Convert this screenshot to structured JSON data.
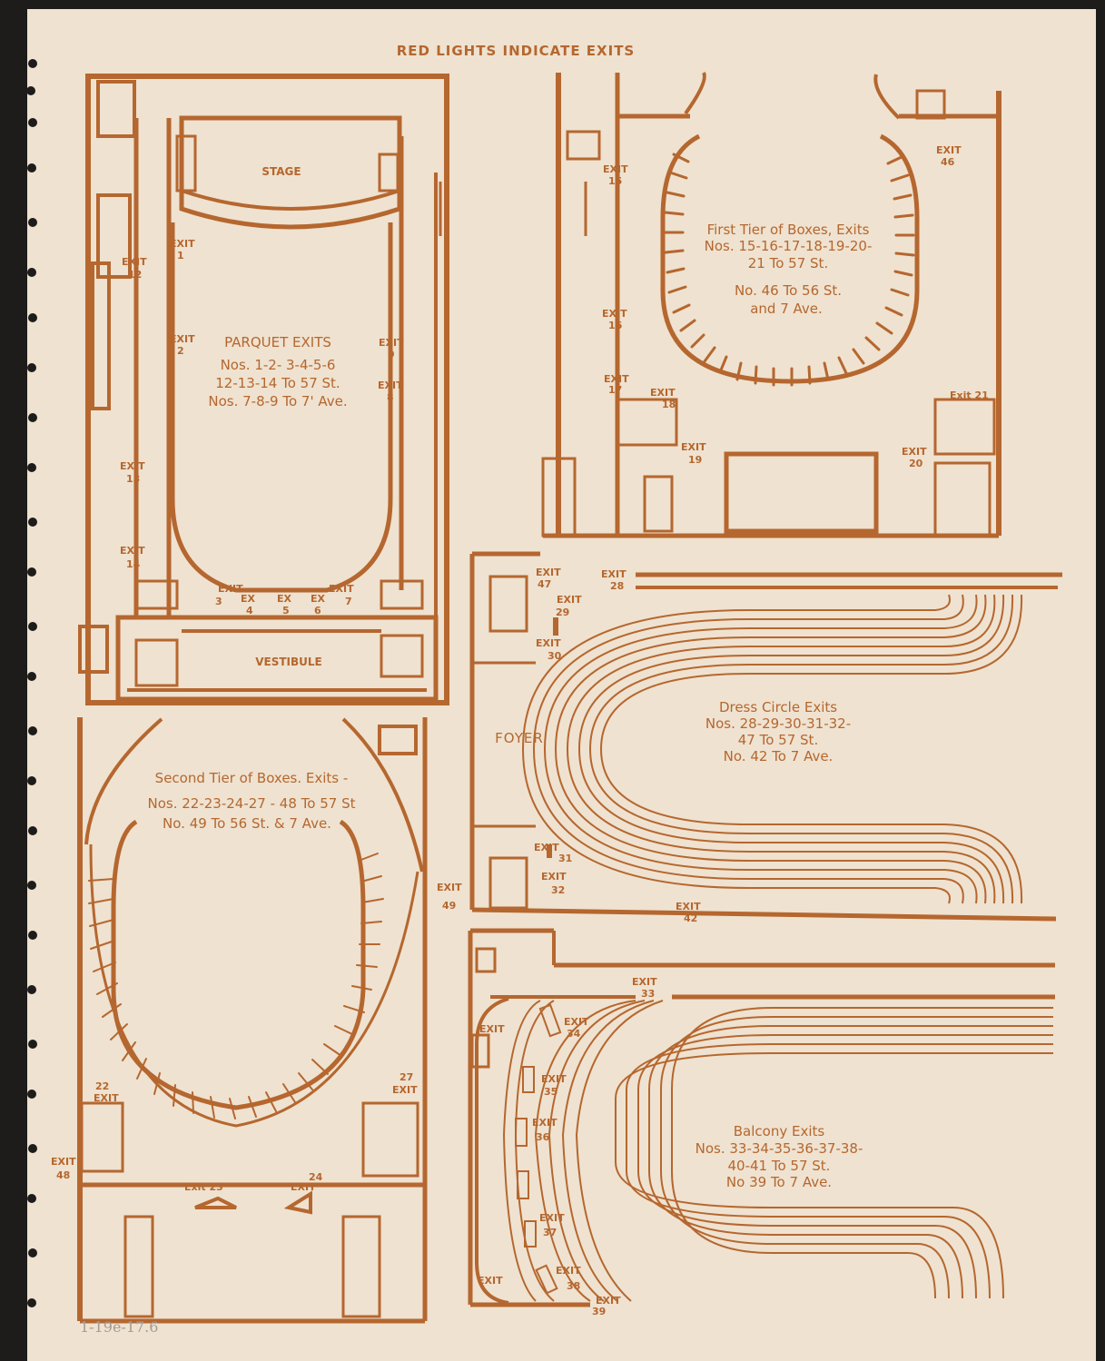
{
  "header": {
    "title": "RED LIGHTS INDICATE EXITS"
  },
  "colors": {
    "ink": "#b5672f",
    "paper": "#efe2d0",
    "background": "#1d1c1b",
    "pencil": "#a39c95"
  },
  "parquet": {
    "stage": "STAGE",
    "vestibule": "VESTIBULE",
    "caption": [
      "PARQUET EXITS",
      "Nos. 1-2- 3-4-5-6",
      "12-13-14 To 57 St.",
      "Nos. 7-8-9 To 7' Ave."
    ],
    "exits": {
      "e1": "1",
      "e2": "2",
      "e9": "9",
      "e8": "8",
      "e12": "12",
      "e13": "13",
      "e14": "14",
      "e3": "3",
      "e4": "4",
      "e5": "5",
      "e6": "6",
      "e7": "7",
      "exit": "EXIT",
      "ex": "EX"
    }
  },
  "first_tier": {
    "caption": [
      "First Tier of Boxes, Exits",
      "Nos. 15-16-17-18-19-20-",
      "21 To 57 St.",
      "No. 46 To 56 St.",
      "and 7 Ave."
    ],
    "exits": {
      "e15": "15",
      "e16": "16",
      "e17": "17",
      "e18": "18",
      "e19": "19",
      "e20": "20",
      "e21": "Exit 21",
      "e46": "46"
    }
  },
  "dress_circle": {
    "foyer": "FOYER",
    "caption": [
      "Dress Circle Exits",
      "Nos. 28-29-30-31-32-",
      "47 To 57 St.",
      "No. 42 To 7 Ave."
    ],
    "exits": {
      "e47": "47",
      "e28": "28",
      "e29": "29",
      "e30": "30",
      "e31": "31",
      "e32": "32",
      "e42": "42"
    }
  },
  "second_tier": {
    "caption": [
      "Second Tier of Boxes. Exits -",
      "Nos. 22-23-24-27 - 48 To 57 St",
      "No. 49 To 56 St. & 7 Ave."
    ],
    "exits": {
      "e49": "49",
      "e22": "22",
      "e27": "27",
      "e48": "48",
      "e23": "Exit 23",
      "e24": "24"
    }
  },
  "balcony": {
    "caption": [
      "Balcony Exits",
      "Nos. 33-34-35-36-37-38-",
      "40-41 To 57 St.",
      "No 39 To 7 Ave."
    ],
    "exits": {
      "e33": "33",
      "e34": "34",
      "e35": "35",
      "e36": "36",
      "e37": "37",
      "e38": "38",
      "e39": "39"
    }
  },
  "pencil_note": "1-19e-17.6"
}
